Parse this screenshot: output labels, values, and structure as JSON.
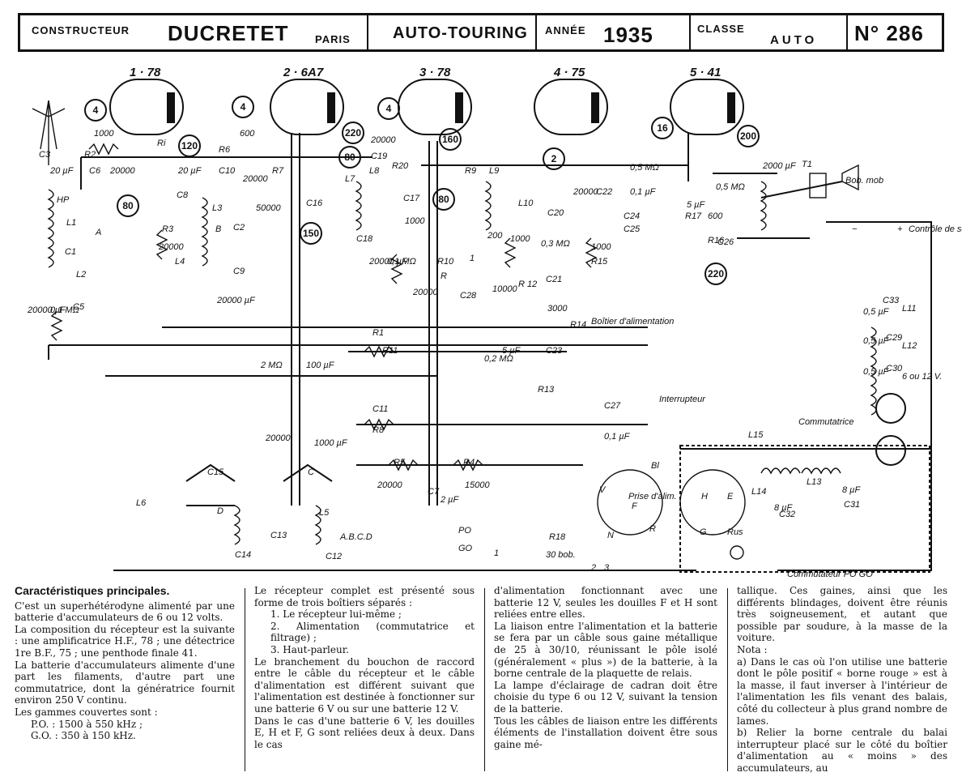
{
  "header": {
    "constructeur_label": "CONSTRUCTEUR",
    "constructeur": "DUCRETET",
    "ville": "PARIS",
    "modele": "AUTO-TOURING",
    "annee_label": "ANNÉE",
    "annee": "1935",
    "classe_label": "CLASSE",
    "classe": "AUTO",
    "numero": "N° 286"
  },
  "schematic": {
    "tubes": [
      "1 · 78",
      "2 · 6A7",
      "3 · 78",
      "4 · 75",
      "5 · 41"
    ],
    "circled_values": [
      "4",
      "120",
      "80",
      "4",
      "220",
      "80",
      "150",
      "4",
      "160",
      "80",
      "2",
      "16",
      "200",
      "220"
    ],
    "components": [
      "C3",
      "20 µF",
      "R2",
      "1000",
      "C6",
      "20000",
      "Ri",
      "R6",
      "600",
      "C10",
      "20000",
      "R7",
      "C8",
      "20 µF",
      "R3",
      "20000",
      "L3",
      "B",
      "C2",
      "L4",
      "C9",
      "20000 µF",
      "50000",
      "C16",
      "L7",
      "L8",
      "C17",
      "20000",
      "C19",
      "R20",
      "1000",
      "C18",
      "20000 µF",
      "0,1 MΩ",
      "R9",
      "L9",
      "L10",
      "C20",
      "200",
      "1000",
      "R10",
      "R",
      "1",
      "C28",
      "20000",
      "10000",
      "R 12",
      "0,3 MΩ",
      "C21",
      "20000",
      "C22",
      "1000",
      "R15",
      "0,2 MΩ",
      "5 µF",
      "C23",
      "R13",
      "3000",
      "R14",
      "0,5 MΩ",
      "0,1 µF",
      "C24",
      "C25",
      "5 µF",
      "R17",
      "600",
      "R16",
      "0,5 MΩ",
      "C26",
      "2000 µF",
      "T1",
      "Bob. mob",
      "HP",
      "L1",
      "A",
      "C1",
      "L2",
      "C5",
      "20000 µF",
      "0,1 MΩ",
      "R1",
      "R11",
      "2 MΩ",
      "100 µF",
      "C11",
      "R8",
      "20000",
      "1000 µF",
      "C15",
      "C",
      "D",
      "L5",
      "L6",
      "C13",
      "C14",
      "C12",
      "R5",
      "20000",
      "R4",
      "15000",
      "C7",
      "2 µF",
      "C27",
      "0,1 µF",
      "Interrupteur",
      "Commutatrice",
      "L15",
      "L14",
      "L13",
      "8 µF",
      "C32",
      "8 µF",
      "C31",
      "R18",
      "30 bob.",
      "V",
      "N",
      "R",
      "Bl",
      "Prise d'alim.",
      "F",
      "H",
      "E",
      "G",
      "Rus",
      "0,5 µF",
      "C33",
      "L11",
      "0,5 µF",
      "C29",
      "L12",
      "0,5 µF",
      "C30",
      "6 ou 12 V.",
      "+",
      "−",
      "Contrôle de sensibilité",
      "Boîtier d'alimentation",
      "Commutateur PO GO",
      "A.B.C.D",
      "PO",
      "GO",
      "1",
      "2",
      "3"
    ]
  },
  "text": {
    "title": "Caractéristiques principales.",
    "col1": [
      "C'est un superhétérodyne alimenté par une batterie d'accumulateurs de 6 ou 12 volts.",
      "La composition du récepteur est la suivante : une amplificatrice H.F., 78 ; une détectrice 1re B.F., 75 ; une penthode finale 41.",
      "La batterie d'accumulateurs alimente d'une part les filaments, d'autre part une commutatrice, dont la génératrice fournit environ 250 V continu.",
      "Les gammes couvertes sont :",
      "P.O. : 1500 à 550 kHz ;",
      "G.O. : 350 à 150 kHz."
    ],
    "col2": [
      "Le récepteur complet est présenté sous forme de trois boîtiers séparés :",
      "1. Le récepteur lui-même ;",
      "2. Alimentation (commutatrice et filtrage) ;",
      "3. Haut-parleur.",
      "Le branchement du bouchon de raccord entre le câble du récepteur et le câble d'alimentation est différent suivant que l'alimentation est destinée à fonctionner sur une batterie 6 V ou sur une batterie 12 V.",
      "Dans le cas d'une batterie 6 V, les douilles E, H et F, G sont reliées deux à deux. Dans le cas"
    ],
    "col3": [
      "d'alimentation fonctionnant avec une batterie 12 V, seules les douilles F et H sont reliées entre elles.",
      "La liaison entre l'alimentation et la batterie se fera par un câble sous gaine métallique de 25 à 30/10, réunissant le pôle isolé (généralement « plus ») de la batterie, à la borne centrale de la plaquette de relais.",
      "La lampe d'éclairage de cadran doit être choisie du type 6 ou 12 V, suivant la tension de la batterie.",
      "Tous les câbles de liaison entre les différents éléments de l'installation doivent être sous gaine mé-"
    ],
    "col4": [
      "tallique. Ces gaines, ainsi que les différents blindages, doivent être réunis très soigneusement, et autant que possible par soudure, à la masse de la voiture.",
      "Nota :",
      "a) Dans le cas où l'on utilise une batterie dont le pôle positif « borne rouge » est à la masse, il faut inverser à l'intérieur de l'alimentation les fils venant des balais, côté du collecteur à plus grand nombre de lames.",
      "b) Relier la borne centrale du balai interrupteur placé sur le côté du boîtier d'alimentation au « moins » des accumulateurs, au"
    ]
  }
}
